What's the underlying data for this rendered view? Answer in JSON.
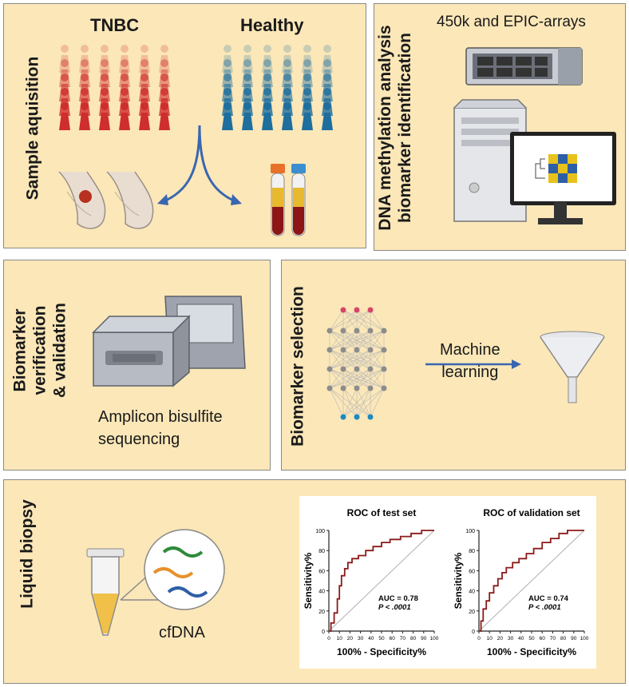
{
  "panels": {
    "sample": {
      "title": "Sample aquisition",
      "group_tnbc": "TNBC",
      "group_healthy": "Healthy",
      "colors": {
        "tnbc": "#cf2e2e",
        "healthy": "#1e6e9e"
      }
    },
    "methylation": {
      "title_line1": "DNA methylation analysis",
      "title_line2": "biomarker identification",
      "array_label": "450k and EPIC-arrays"
    },
    "verification": {
      "title_line1": "Biomarker",
      "title_line2": "verification",
      "title_line3": "& validation",
      "method_line1": "Amplicon bisulfite",
      "method_line2": "sequencing"
    },
    "selection": {
      "title": "Biomarker selection",
      "ml_line1": "Machine",
      "ml_line2": "learning"
    },
    "liquid": {
      "title": "Liquid biopsy",
      "cfdna_label": "cfDNA"
    }
  },
  "chart_data": [
    {
      "type": "line",
      "title": "ROC of test set",
      "xlabel": "100% - Specificity%",
      "ylabel": "Sensitivity%",
      "xlim": [
        0,
        100
      ],
      "ylim": [
        0,
        100
      ],
      "xticks": [
        "0",
        "10",
        "20",
        "30",
        "40",
        "50",
        "60",
        "70",
        "80",
        "90",
        "100"
      ],
      "yticks": [
        "0",
        "20",
        "40",
        "60",
        "80",
        "100"
      ],
      "auc_text": "AUC = 0.78",
      "p_text": "P < .0001",
      "x": [
        0,
        2,
        2,
        5,
        5,
        8,
        8,
        10,
        10,
        12,
        12,
        15,
        15,
        18,
        18,
        22,
        22,
        28,
        28,
        35,
        35,
        42,
        42,
        50,
        50,
        58,
        58,
        68,
        68,
        78,
        78,
        88,
        88,
        100
      ],
      "y": [
        0,
        0,
        8,
        8,
        18,
        18,
        32,
        32,
        45,
        45,
        55,
        55,
        62,
        62,
        68,
        68,
        72,
        72,
        75,
        75,
        80,
        80,
        84,
        84,
        88,
        88,
        91,
        91,
        94,
        94,
        97,
        97,
        100,
        100
      ],
      "reference_line": true,
      "colors": {
        "curve": "#8b1a1a",
        "reference": "#b0b0b0"
      }
    },
    {
      "type": "line",
      "title": "ROC of validation set",
      "xlabel": "100% - Specificity%",
      "ylabel": "Sensitivity%",
      "xlim": [
        0,
        100
      ],
      "ylim": [
        0,
        100
      ],
      "xticks": [
        "0",
        "10",
        "20",
        "30",
        "40",
        "50",
        "60",
        "70",
        "80",
        "90",
        "100"
      ],
      "yticks": [
        "0",
        "20",
        "40",
        "60",
        "80",
        "100"
      ],
      "auc_text": "AUC = 0.74",
      "p_text": "P < .0001",
      "x": [
        0,
        2,
        2,
        4,
        4,
        7,
        7,
        10,
        10,
        14,
        14,
        18,
        18,
        22,
        22,
        26,
        26,
        32,
        32,
        38,
        38,
        45,
        45,
        52,
        52,
        60,
        60,
        68,
        68,
        76,
        76,
        84,
        84,
        100
      ],
      "y": [
        0,
        0,
        10,
        10,
        22,
        22,
        30,
        30,
        38,
        38,
        45,
        45,
        52,
        52,
        58,
        58,
        63,
        63,
        68,
        68,
        72,
        72,
        77,
        77,
        82,
        82,
        88,
        88,
        92,
        92,
        97,
        97,
        100,
        100
      ],
      "reference_line": true,
      "colors": {
        "curve": "#8b1a1a",
        "reference": "#b0b0b0"
      }
    }
  ]
}
